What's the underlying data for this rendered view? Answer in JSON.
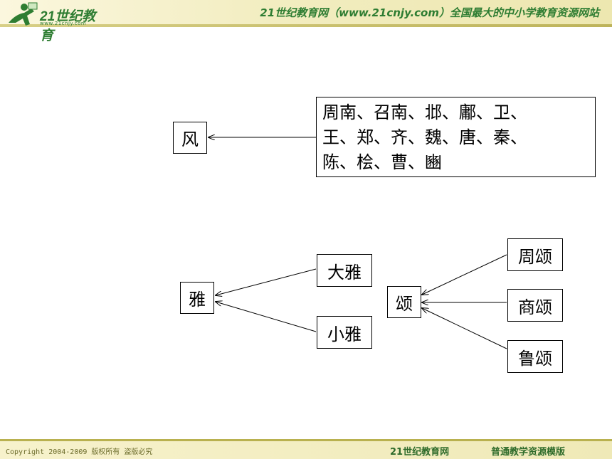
{
  "header": {
    "logo_text": "21世纪教育",
    "logo_url": "www.21cnjy.com",
    "title": "21世纪教育网（www.21cnjy.com）全国最大的中小学教育资源网站"
  },
  "diagram": {
    "feng": {
      "label": "风",
      "items": [
        "周南、召南、邶、鄘、卫、",
        "王、郑、齐、魏、唐、秦、",
        "陈、桧、曹、豳"
      ]
    },
    "ya": {
      "label": "雅",
      "children": [
        "大雅",
        "小雅"
      ]
    },
    "song": {
      "label": "颂",
      "children": [
        "周颂",
        "商颂",
        "鲁颂"
      ]
    }
  },
  "footer": {
    "copyright": "Copyright 2004-2009 版权所有 盗版必究",
    "site": "21世纪教育网",
    "template": "普通教学资源模版"
  }
}
